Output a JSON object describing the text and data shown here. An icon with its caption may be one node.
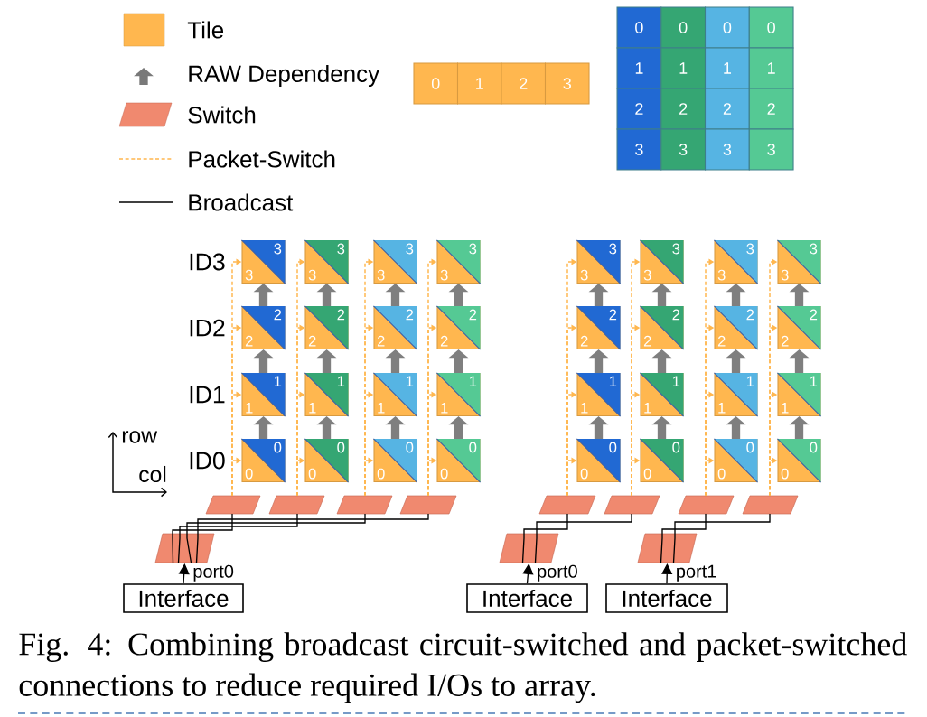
{
  "diagram": {
    "caption": "Fig. 4: Combining broadcast circuit-switched and packet-switched connections to reduce required I/Os to array.",
    "nodes": [
      {
        "text": [
          "0"
        ]
      },
      {
        "text": [
          "1"
        ]
      },
      {
        "text": [
          "2"
        ]
      },
      {
        "text": [
          "3"
        ]
      },
      {
        "text": [
          "0"
        ]
      },
      {
        "text": [
          "0"
        ]
      },
      {
        "text": [
          "0"
        ]
      },
      {
        "text": [
          "0"
        ]
      },
      {
        "text": [
          "1"
        ]
      },
      {
        "text": [
          "1"
        ]
      },
      {
        "text": [
          "1"
        ]
      },
      {
        "text": [
          "1"
        ]
      },
      {
        "text": [
          "2"
        ]
      },
      {
        "text": [
          "2"
        ]
      },
      {
        "text": [
          "2"
        ]
      },
      {
        "text": [
          "2"
        ]
      },
      {
        "text": [
          "3"
        ]
      },
      {
        "text": [
          "3"
        ]
      },
      {
        "text": [
          "3"
        ]
      },
      {
        "text": [
          "3"
        ]
      },
      {
        "text": [
          "3",
          "3"
        ]
      },
      {
        "text": [
          "3",
          "3"
        ]
      },
      {
        "text": [
          "3",
          "3"
        ]
      },
      {
        "text": [
          "3",
          "3"
        ]
      },
      {
        "text": [
          "2",
          "2"
        ]
      },
      {
        "text": [
          "2",
          "2"
        ]
      },
      {
        "text": [
          "2",
          "2"
        ]
      },
      {
        "text": [
          "2",
          "2"
        ]
      },
      {
        "text": [
          "1",
          "1"
        ]
      },
      {
        "text": [
          "1",
          "1"
        ]
      },
      {
        "text": [
          "1",
          "1"
        ]
      },
      {
        "text": [
          "1",
          "1"
        ]
      },
      {
        "text": [
          "0",
          "0"
        ]
      },
      {
        "text": [
          "0",
          "0"
        ]
      },
      {
        "text": [
          "0",
          "0"
        ]
      },
      {
        "text": [
          "0",
          "0"
        ]
      },
      {
        "text": [
          "3",
          "3"
        ]
      },
      {
        "text": [
          "3",
          "3"
        ]
      },
      {
        "text": [
          "3",
          "3"
        ]
      },
      {
        "text": [
          "3",
          "3"
        ]
      },
      {
        "text": [
          "2",
          "2"
        ]
      },
      {
        "text": [
          "2",
          "2"
        ]
      },
      {
        "text": [
          "2",
          "2"
        ]
      },
      {
        "text": [
          "2",
          "2"
        ]
      },
      {
        "text": [
          "1",
          "1"
        ]
      },
      {
        "text": [
          "1",
          "1"
        ]
      },
      {
        "text": [
          "1",
          "1"
        ]
      },
      {
        "text": [
          "1",
          "1"
        ]
      },
      {
        "text": [
          "0",
          "0"
        ]
      },
      {
        "text": [
          "0",
          "0"
        ]
      },
      {
        "text": [
          "0",
          "0"
        ]
      },
      {
        "text": [
          "0",
          "0"
        ]
      },
      {
        "text": [],
        "shape": "parallelogram"
      },
      {
        "text": [],
        "shape": "parallelogram"
      },
      {
        "text": [],
        "shape": "parallelogram"
      },
      {
        "text": [],
        "shape": "parallelogram"
      },
      {
        "text": [],
        "shape": "parallelogram"
      },
      {
        "text": [],
        "shape": "parallelogram"
      },
      {
        "text": [],
        "shape": "parallelogram"
      },
      {
        "text": [],
        "shape": "parallelogram"
      },
      {
        "text": [],
        "shape": "parallelogram"
      },
      {
        "text": [],
        "shape": "parallelogram"
      },
      {
        "text": [],
        "shape": "parallelogram"
      },
      {
        "text": [
          "Interface"
        ]
      },
      {
        "text": [
          "Interface"
        ]
      },
      {
        "text": [
          "Interface"
        ]
      }
    ],
    "edges": [
      {
        "from": 32,
        "to": 28,
        "arrow": "to",
        "style": "thick",
        "color": "#7f7f7f"
      },
      {
        "from": 28,
        "to": 24,
        "arrow": "to",
        "style": "thick",
        "color": "#7f7f7f"
      },
      {
        "from": 24,
        "to": 20,
        "arrow": "to",
        "style": "thick",
        "color": "#7f7f7f"
      },
      {
        "from": 33,
        "to": 29,
        "arrow": "to",
        "style": "thick",
        "color": "#7f7f7f"
      },
      {
        "from": 29,
        "to": 25,
        "arrow": "to",
        "style": "thick",
        "color": "#7f7f7f"
      },
      {
        "from": 25,
        "to": 21,
        "arrow": "to",
        "style": "thick",
        "color": "#7f7f7f"
      },
      {
        "from": 34,
        "to": 30,
        "arrow": "to",
        "style": "thick",
        "color": "#7f7f7f"
      },
      {
        "from": 30,
        "to": 26,
        "arrow": "to",
        "style": "thick",
        "color": "#7f7f7f"
      },
      {
        "from": 26,
        "to": 22,
        "arrow": "to",
        "style": "thick",
        "color": "#7f7f7f"
      },
      {
        "from": 35,
        "to": 31,
        "arrow": "to",
        "style": "thick",
        "color": "#7f7f7f"
      },
      {
        "from": 31,
        "to": 27,
        "arrow": "to",
        "style": "thick",
        "color": "#7f7f7f"
      },
      {
        "from": 27,
        "to": 23,
        "arrow": "to",
        "style": "thick",
        "color": "#7f7f7f"
      },
      {
        "from": 48,
        "to": 44,
        "arrow": "to",
        "style": "thick",
        "color": "#7f7f7f"
      },
      {
        "from": 44,
        "to": 40,
        "arrow": "to",
        "style": "thick",
        "color": "#7f7f7f"
      },
      {
        "from": 40,
        "to": 36,
        "arrow": "to",
        "style": "thick",
        "color": "#7f7f7f"
      },
      {
        "from": 49,
        "to": 45,
        "arrow": "to",
        "style": "thick",
        "color": "#7f7f7f"
      },
      {
        "from": 45,
        "to": 41,
        "arrow": "to",
        "style": "thick",
        "color": "#7f7f7f"
      },
      {
        "from": 41,
        "to": 37,
        "arrow": "to",
        "style": "thick",
        "color": "#7f7f7f"
      },
      {
        "from": 50,
        "to": 46,
        "arrow": "to",
        "style": "thick",
        "color": "#7f7f7f"
      },
      {
        "from": 46,
        "to": 42,
        "arrow": "to",
        "style": "thick",
        "color": "#7f7f7f"
      },
      {
        "from": 42,
        "to": 38,
        "arrow": "to",
        "style": "thick",
        "color": "#7f7f7f"
      },
      {
        "from": 51,
        "to": 47,
        "arrow": "to",
        "style": "thick",
        "color": "#7f7f7f"
      },
      {
        "from": 47,
        "to": 43,
        "arrow": "to",
        "style": "thick",
        "color": "#7f7f7f"
      },
      {
        "from": 43,
        "to": 39,
        "arrow": "to",
        "style": "thick",
        "color": "#7f7f7f"
      },
      {
        "from": 52,
        "to": 20,
        "arrow": "to",
        "style": "dashed",
        "color": "#ffb74f"
      },
      {
        "from": 52,
        "to": 24,
        "arrow": "to",
        "style": "dashed",
        "color": "#ffb74f"
      },
      {
        "from": 52,
        "to": 28,
        "arrow": "to",
        "style": "dashed",
        "color": "#ffb74f"
      },
      {
        "from": 52,
        "to": 32,
        "arrow": "to",
        "style": "dashed",
        "color": "#ffb74f"
      },
      {
        "from": 53,
        "to": 21,
        "arrow": "to",
        "style": "dashed",
        "color": "#ffb74f"
      },
      {
        "from": 53,
        "to": 25,
        "arrow": "to",
        "style": "dashed",
        "color": "#ffb74f"
      },
      {
        "from": 53,
        "to": 29,
        "arrow": "to",
        "style": "dashed",
        "color": "#ffb74f"
      },
      {
        "from": 53,
        "to": 33,
        "arrow": "to",
        "style": "dashed",
        "color": "#ffb74f"
      },
      {
        "from": 54,
        "to": 22,
        "arrow": "to",
        "style": "dashed",
        "color": "#ffb74f"
      },
      {
        "from": 54,
        "to": 26,
        "arrow": "to",
        "style": "dashed",
        "color": "#ffb74f"
      },
      {
        "from": 54,
        "to": 30,
        "arrow": "to",
        "style": "dashed",
        "color": "#ffb74f"
      },
      {
        "from": 54,
        "to": 34,
        "arrow": "to",
        "style": "dashed",
        "color": "#ffb74f"
      },
      {
        "from": 55,
        "to": 23,
        "arrow": "to",
        "style": "dashed",
        "color": "#ffb74f"
      },
      {
        "from": 55,
        "to": 27,
        "arrow": "to",
        "style": "dashed",
        "color": "#ffb74f"
      },
      {
        "from": 55,
        "to": 31,
        "arrow": "to",
        "style": "dashed",
        "color": "#ffb74f"
      },
      {
        "from": 55,
        "to": 35,
        "arrow": "to",
        "style": "dashed",
        "color": "#ffb74f"
      },
      {
        "from": 57,
        "to": 36,
        "arrow": "to",
        "style": "dashed",
        "color": "#ffb74f"
      },
      {
        "from": 57,
        "to": 40,
        "arrow": "to",
        "style": "dashed",
        "color": "#ffb74f"
      },
      {
        "from": 57,
        "to": 44,
        "arrow": "to",
        "style": "dashed",
        "color": "#ffb74f"
      },
      {
        "from": 57,
        "to": 48,
        "arrow": "to",
        "style": "dashed",
        "color": "#ffb74f"
      },
      {
        "from": 58,
        "to": 37,
        "arrow": "to",
        "style": "dashed",
        "color": "#ffb74f"
      },
      {
        "from": 58,
        "to": 41,
        "arrow": "to",
        "style": "dashed",
        "color": "#ffb74f"
      },
      {
        "from": 58,
        "to": 45,
        "arrow": "to",
        "style": "dashed",
        "color": "#ffb74f"
      },
      {
        "from": 58,
        "to": 49,
        "arrow": "to",
        "style": "dashed",
        "color": "#ffb74f"
      },
      {
        "from": 59,
        "to": 38,
        "arrow": "to",
        "style": "dashed",
        "color": "#ffb74f"
      },
      {
        "from": 59,
        "to": 42,
        "arrow": "to",
        "style": "dashed",
        "color": "#ffb74f"
      },
      {
        "from": 59,
        "to": 46,
        "arrow": "to",
        "style": "dashed",
        "color": "#ffb74f"
      },
      {
        "from": 59,
        "to": 50,
        "arrow": "to",
        "style": "dashed",
        "color": "#ffb74f"
      },
      {
        "from": 60,
        "to": 39,
        "arrow": "to",
        "style": "dashed",
        "color": "#ffb74f"
      },
      {
        "from": 60,
        "to": 43,
        "arrow": "to",
        "style": "dashed",
        "color": "#ffb74f"
      },
      {
        "from": 60,
        "to": 47,
        "arrow": "to",
        "style": "dashed",
        "color": "#ffb74f"
      },
      {
        "from": 60,
        "to": 51,
        "arrow": "to",
        "style": "dashed",
        "color": "#ffb74f"
      },
      {
        "from": 56,
        "to": 52,
        "arrow": "none",
        "color": "#000000"
      },
      {
        "from": 56,
        "to": 53,
        "arrow": "none",
        "color": "#000000"
      },
      {
        "from": 56,
        "to": 54,
        "arrow": "none",
        "color": "#000000"
      },
      {
        "from": 56,
        "to": 55,
        "arrow": "none",
        "color": "#000000"
      },
      {
        "from": 61,
        "to": 57,
        "arrow": "none",
        "color": "#000000"
      },
      {
        "from": 61,
        "to": 58,
        "arrow": "none",
        "color": "#000000"
      },
      {
        "from": 62,
        "to": 59,
        "arrow": "none",
        "color": "#000000"
      },
      {
        "from": 62,
        "to": 60,
        "arrow": "none",
        "color": "#000000"
      },
      {
        "from": 63,
        "to": 56,
        "arrow": "to",
        "label": "port0",
        "color": "#000000"
      },
      {
        "from": 64,
        "to": 61,
        "arrow": "to",
        "label": "port0",
        "color": "#000000"
      },
      {
        "from": 65,
        "to": 62,
        "arrow": "to",
        "label": "port1",
        "color": "#000000"
      }
    ],
    "labels": [
      "ID3",
      "ID2",
      "ID1",
      "ID0",
      "row",
      "col"
    ],
    "legend": [
      {
        "text": "Tile",
        "color": "#ffb74f"
      },
      {
        "text": "RAW Dependency"
      },
      {
        "text": "Switch",
        "color": "#f0896f"
      },
      {
        "text": "Packet-Switch"
      },
      {
        "text": "Broadcast"
      }
    ]
  }
}
